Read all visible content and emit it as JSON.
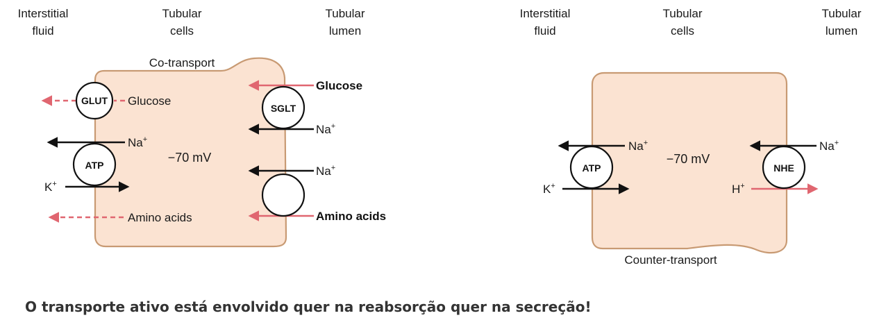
{
  "left_panel": {
    "headers": [
      {
        "line1": "Interstitial",
        "line2": "fluid"
      },
      {
        "line1": "Tubular",
        "line2": "cells"
      },
      {
        "line1": "Tubular",
        "line2": "lumen"
      }
    ],
    "cell_label": "Co-transport",
    "membrane_potential": "−70 mV",
    "transporters": {
      "glut": "GLUT",
      "sglt": "SGLT",
      "atp": "ATP"
    },
    "labels": {
      "glucose_inside": "Glucose",
      "glucose_lumen": "Glucose",
      "na_sglt": "Na",
      "na_atp": "Na",
      "k_atp": "K",
      "na_aa": "Na",
      "amino_inside": "Amino acids",
      "amino_lumen": "Amino acids"
    }
  },
  "right_panel": {
    "headers": [
      {
        "line1": "Interstitial",
        "line2": "fluid"
      },
      {
        "line1": "Tubular",
        "line2": "cells"
      },
      {
        "line1": "Tubular",
        "line2": "lumen"
      }
    ],
    "cell_label": "Counter-transport",
    "membrane_potential": "−70 mV",
    "transporters": {
      "atp": "ATP",
      "nhe": "NHE"
    },
    "labels": {
      "na_atp": "Na",
      "k_atp": "K",
      "na_nhe": "Na",
      "h_nhe": "H"
    }
  },
  "ion_charge": "+",
  "caption": "O transporte ativo está envolvido quer na reabsorção quer na secreção!",
  "colors": {
    "cell_fill": "#fbe3d2",
    "cell_border": "#c89a73",
    "arrow_black": "#111111",
    "arrow_red": "#e06670",
    "caption": "#333333"
  }
}
